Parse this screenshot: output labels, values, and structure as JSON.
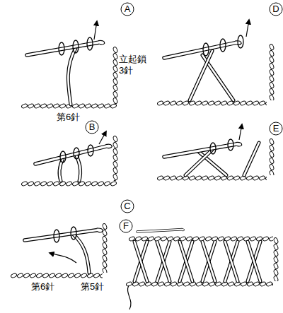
{
  "diagram": {
    "nodes": [
      {
        "text": [
          "A"
        ]
      },
      {
        "text": [
          "B"
        ]
      },
      {
        "text": [
          "C"
        ]
      },
      {
        "text": [
          "D"
        ]
      },
      {
        "text": [
          "E"
        ]
      },
      {
        "text": [
          "F"
        ]
      }
    ],
    "labels": [
      "立起鎖 3針",
      "第6針",
      "第6針",
      "第5針"
    ]
  }
}
